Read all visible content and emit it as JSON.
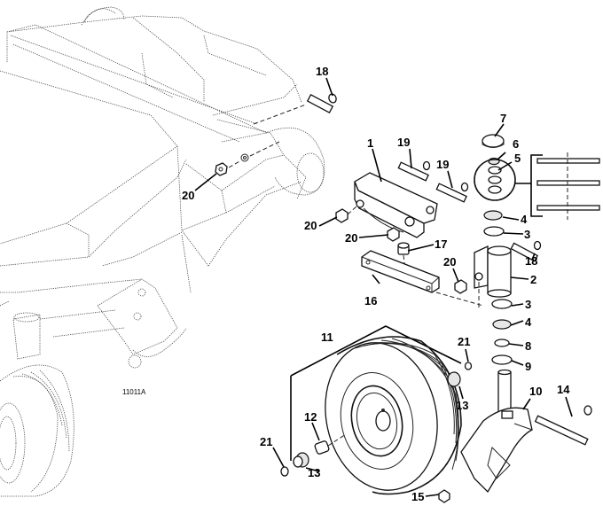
{
  "diagram": {
    "type": "exploded parts diagram",
    "subject": "mower caster wheel and fork assembly",
    "figure_code": "11011A",
    "callouts": [
      {
        "id": "1",
        "part": "caster mount bracket"
      },
      {
        "id": "2",
        "part": "caster pivot housing"
      },
      {
        "id": "3",
        "part": "bearing cup"
      },
      {
        "id": "4",
        "part": "bearing cone (top)"
      },
      {
        "id": "4b",
        "number": "4",
        "part": "bearing cone (bottom)"
      },
      {
        "id": "5",
        "part": "spacer washers (stack)"
      },
      {
        "id": "6",
        "part": "nut"
      },
      {
        "id": "7",
        "part": "dust cap"
      },
      {
        "id": "8",
        "part": "bearing cup (bottom)"
      },
      {
        "id": "9",
        "part": "seal"
      },
      {
        "id": "10",
        "part": "caster fork"
      },
      {
        "id": "11",
        "part": "wheel and tire assembly"
      },
      {
        "id": "12",
        "part": "axle spacer"
      },
      {
        "id": "13a",
        "number": "13",
        "part": "wheel bearing (left)"
      },
      {
        "id": "13b",
        "number": "13",
        "part": "wheel bearing (right)"
      },
      {
        "id": "14",
        "part": "axle bolt"
      },
      {
        "id": "15",
        "part": "lock nut"
      },
      {
        "id": "16",
        "part": "support bar"
      },
      {
        "id": "17",
        "part": "bumper"
      },
      {
        "id": "18a",
        "number": "18",
        "part": "bolt (deck)"
      },
      {
        "id": "18b",
        "number": "18",
        "part": "bolt (housing)"
      },
      {
        "id": "19a",
        "number": "19",
        "part": "bolt"
      },
      {
        "id": "19b",
        "number": "19",
        "part": "bolt"
      },
      {
        "id": "20a",
        "number": "20",
        "part": "nut (deck)"
      },
      {
        "id": "20b",
        "number": "20",
        "part": "nut"
      },
      {
        "id": "20c",
        "number": "20",
        "part": "nut"
      },
      {
        "id": "20d",
        "number": "20",
        "part": "nut (housing)"
      },
      {
        "id": "21a",
        "number": "21",
        "part": "grease fitting (right)"
      },
      {
        "id": "21b",
        "number": "21",
        "part": "grease fitting (left)"
      }
    ],
    "labels": {
      "l1": "1",
      "l2": "2",
      "l3": "3",
      "l4a": "4",
      "l4b": "4",
      "l5": "5",
      "l6": "6",
      "l7": "7",
      "l8": "8",
      "l9": "9",
      "l10": "10",
      "l11": "11",
      "l12": "12",
      "l13a": "13",
      "l13b": "13",
      "l14": "14",
      "l15": "15",
      "l16": "16",
      "l17": "17",
      "l18a": "18",
      "l18b": "18",
      "l19a": "19",
      "l19b": "19",
      "l20a": "20",
      "l20b": "20",
      "l20c": "20",
      "l20d": "20",
      "l21a": "21",
      "l21b": "21"
    }
  }
}
